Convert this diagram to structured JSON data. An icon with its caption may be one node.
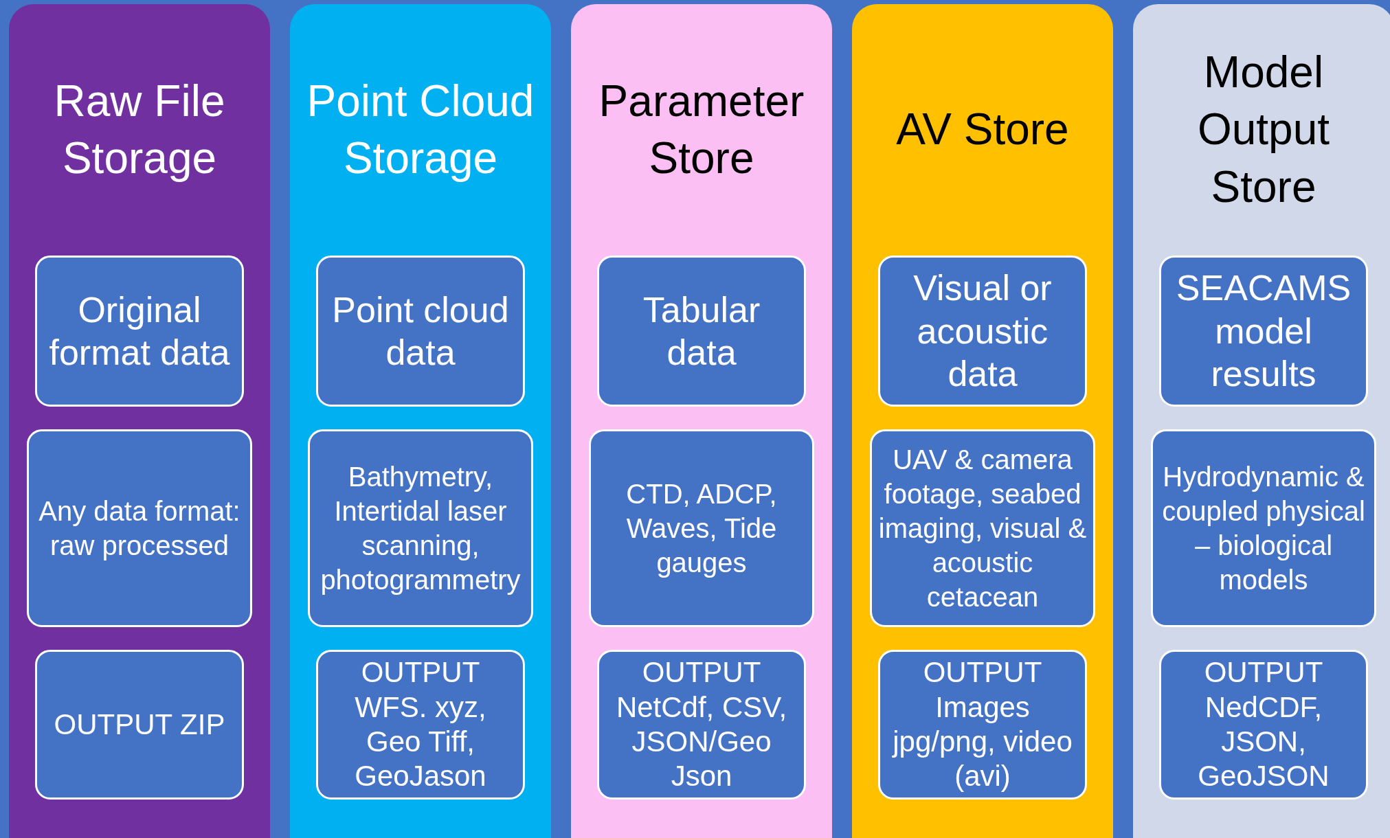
{
  "diagram": {
    "nodes": [
      {
        "text": [
          "Raw File Storage"
        ]
      },
      {
        "text": [
          "Original format data"
        ],
        "in": 0
      },
      {
        "text": [
          "Any data format: raw processed"
        ],
        "in": 0
      },
      {
        "text": [
          "OUTPUT ZIP"
        ],
        "in": 0
      },
      {
        "text": [
          "Point Cloud Storage"
        ]
      },
      {
        "text": [
          "Point cloud data"
        ],
        "in": 4
      },
      {
        "text": [
          "Bathymetry, Intertidal laser scanning, photogrammetry"
        ],
        "in": 4
      },
      {
        "text": [
          "OUTPUT WFS. xyz, Geo Tiff, GeoJason"
        ],
        "in": 4
      },
      {
        "text": [
          "Parameter Store"
        ]
      },
      {
        "text": [
          "Tabular data"
        ],
        "in": 8
      },
      {
        "text": [
          "CTD, ADCP, Waves, Tide gauges"
        ],
        "in": 8
      },
      {
        "text": [
          "OUTPUT NetCdf, CSV, JSON/Geo Json"
        ],
        "in": 8
      },
      {
        "text": [
          "AV Store"
        ]
      },
      {
        "text": [
          "Visual or acoustic data"
        ],
        "in": 12
      },
      {
        "text": [
          "UAV & camera footage, seabed imaging, visual & acoustic cetacean"
        ],
        "in": 12
      },
      {
        "text": [
          "OUTPUT Images jpg/png, video (avi)"
        ],
        "in": 12
      },
      {
        "text": [
          "Model Output Store"
        ]
      },
      {
        "text": [
          "SEACAMS model results"
        ],
        "in": 16
      },
      {
        "text": [
          "Hydrodynamic & coupled physical – biological models"
        ],
        "in": 16
      },
      {
        "text": [
          "OUTPUT NedCDF, JSON, GeoJSON"
        ],
        "in": 16
      }
    ]
  }
}
